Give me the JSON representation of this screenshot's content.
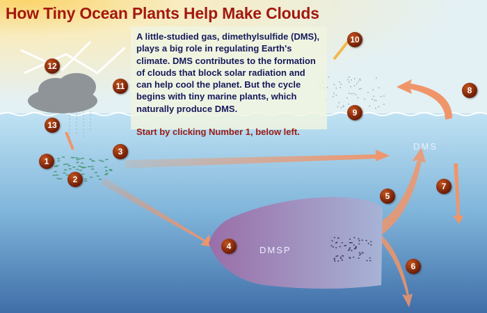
{
  "title": "How Tiny Ocean Plants Help Make Clouds",
  "intro": "A little-studied gas, dimethylsulfide (DMS), plays a big role in regulating Earth's climate. DMS contributes to the formation of clouds that block solar radiation and can help cool the planet. But the cycle begins with tiny marine plants, which naturally produce DMS.",
  "cta": "Start by clicking Number 1, below left.",
  "labels": {
    "dms": "DMS",
    "dmsp": "DMSP"
  },
  "steps": [
    "1",
    "2",
    "3",
    "4",
    "5",
    "6",
    "7",
    "8",
    "9",
    "10",
    "11",
    "12",
    "13"
  ],
  "colors": {
    "title": "#a3180f",
    "arrow": "#f0956a",
    "step": "#7a2308",
    "dmsp": "#9d86bb"
  }
}
